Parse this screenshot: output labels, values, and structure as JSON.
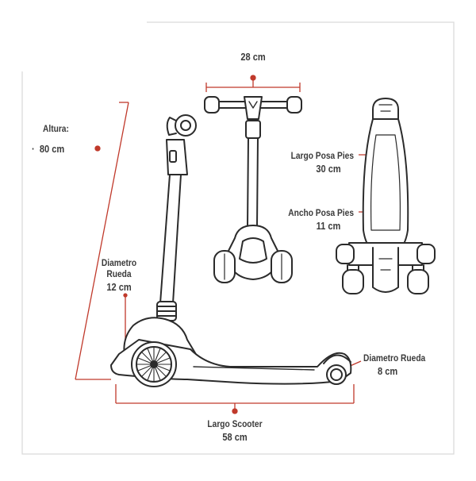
{
  "accent_color": "#c0392b",
  "line_color": "#2b2b2b",
  "labels": {
    "altura_title": "Altura:",
    "altura_value": "80 cm",
    "handlebar_width": "28 cm",
    "largo_posa_pies_title": "Largo Posa Pies",
    "largo_posa_pies_value": "30 cm",
    "ancho_posa_pies_title": "Ancho Posa Pies",
    "ancho_posa_pies_value": "11 cm",
    "front_wheel_title_1": "Diametro",
    "front_wheel_title_2": "Rueda",
    "front_wheel_value": "12 cm",
    "rear_wheel_title": "Diametro Rueda",
    "rear_wheel_value": "8  cm",
    "largo_scooter_title": "Largo Scooter",
    "largo_scooter_value": "58 cm"
  }
}
